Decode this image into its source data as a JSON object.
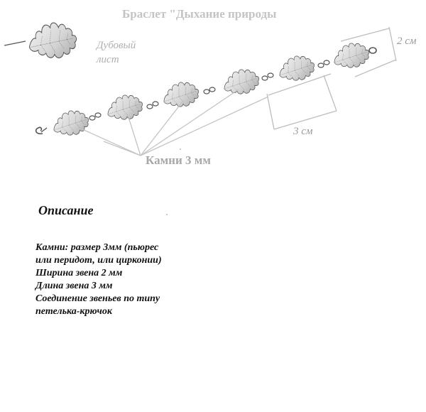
{
  "title": "Браслет \"Дыхание природы",
  "oak_leaf_label": [
    "Дубовый",
    "лист"
  ],
  "dimensions": {
    "width": "2 см",
    "length": "3 см"
  },
  "stones_label": "Камни 3 мм",
  "description": {
    "heading": "Описание",
    "lines": [
      "Камни: размер 3мм (пьюрес",
      "или перидот, или цирконии)",
      "Ширина звена 2 мм",
      "Длина звена 3 мм",
      "Соединение звеньев по типу",
      "петелька-крючок"
    ]
  },
  "colors": {
    "leaf_fill": "#d9d9d9",
    "leaf_outline": "#5a5a5a",
    "dimension_lines": "#b5b5b5",
    "text_dark": "#111111"
  }
}
